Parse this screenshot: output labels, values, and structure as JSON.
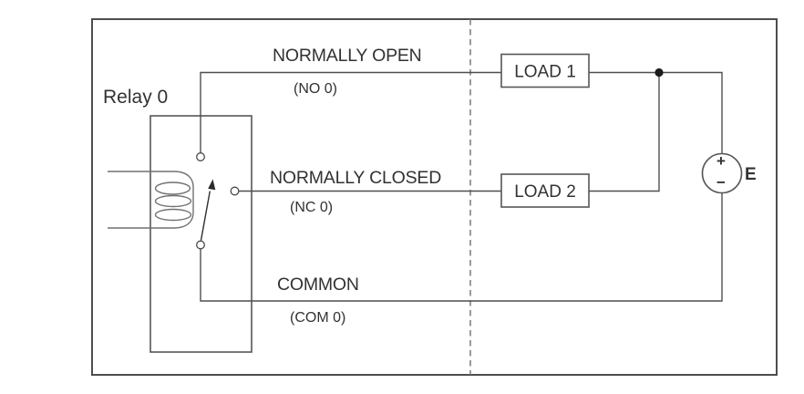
{
  "diagram": {
    "relay": {
      "label": "Relay 0"
    },
    "terminals": {
      "normally_open": {
        "label": "NORMALLY OPEN",
        "code": "(NO 0)"
      },
      "normally_closed": {
        "label": "NORMALLY CLOSED",
        "code": "(NC 0)"
      },
      "common": {
        "label": "COMMON",
        "code": "(COM 0)"
      }
    },
    "loads": {
      "load1": {
        "label": "LOAD 1"
      },
      "load2": {
        "label": "LOAD 2"
      }
    },
    "source": {
      "label": "E",
      "positive_sign": "+",
      "negative_sign": "−"
    },
    "colors": {
      "line": "#55565a",
      "text": "#323232",
      "background": "#ffffff"
    }
  }
}
